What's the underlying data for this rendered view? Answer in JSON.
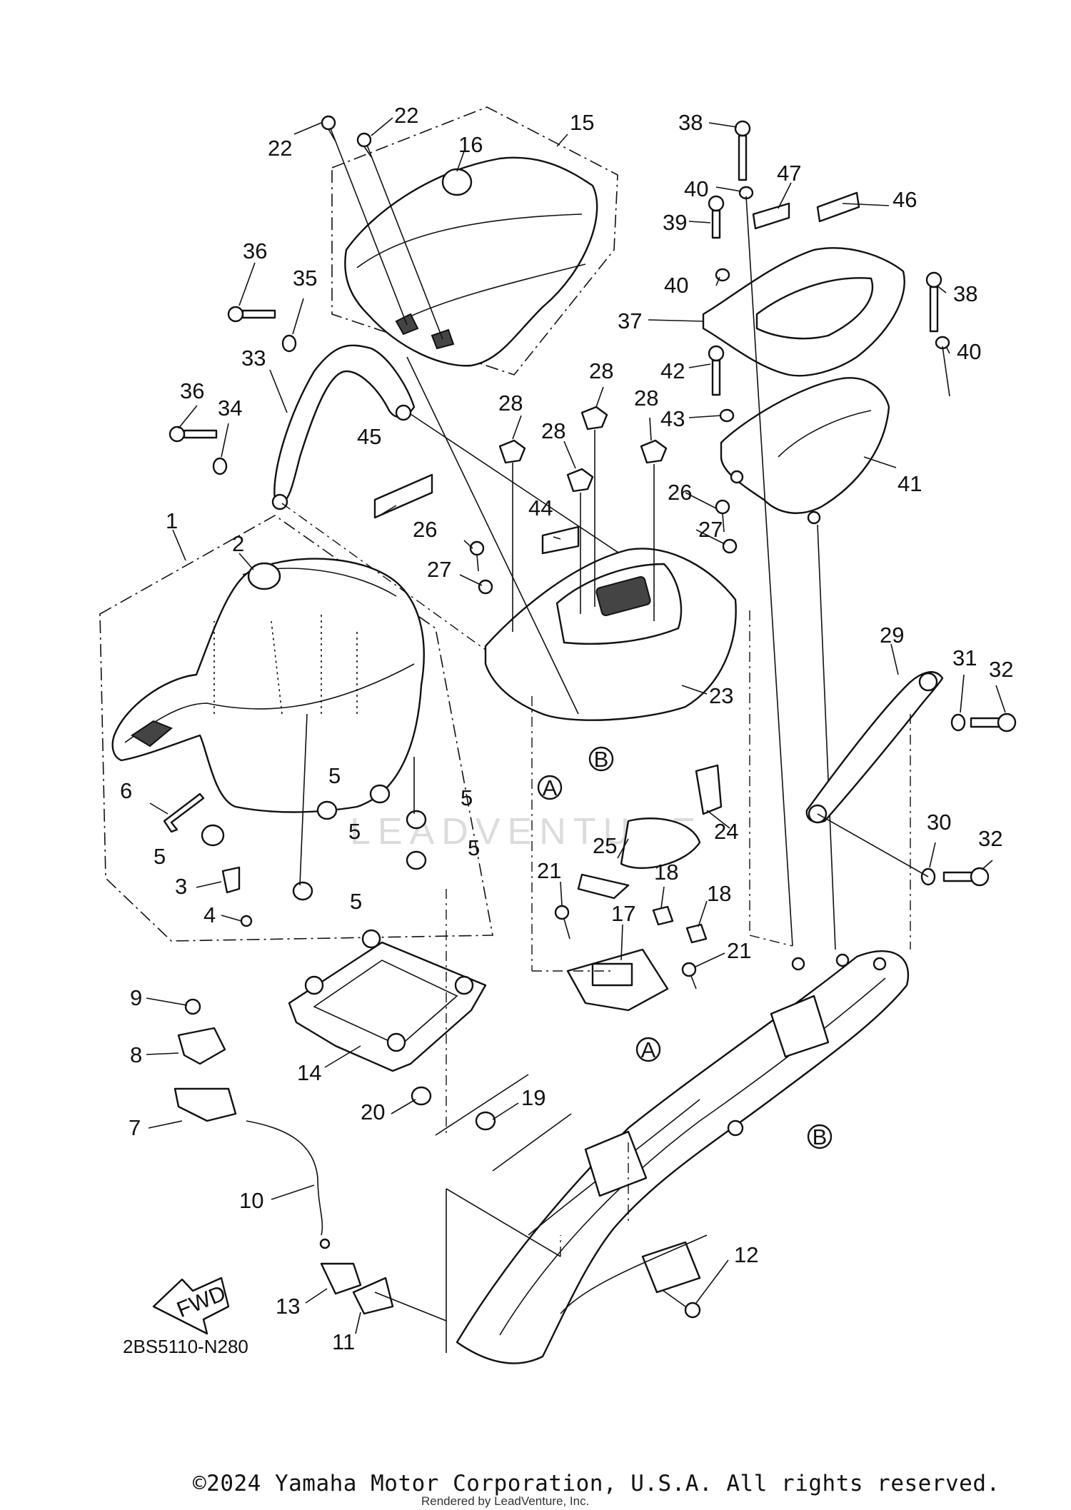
{
  "diagram": {
    "code": "2BS5110-N280",
    "fwd_label": "FWD",
    "reference_letters": {
      "a": "A",
      "b": "B"
    },
    "callouts": [
      "1",
      "2",
      "3",
      "4",
      "5",
      "6",
      "7",
      "8",
      "9",
      "10",
      "11",
      "12",
      "13",
      "14",
      "15",
      "16",
      "17",
      "18",
      "19",
      "20",
      "21",
      "22",
      "23",
      "24",
      "25",
      "26",
      "27",
      "28",
      "29",
      "30",
      "31",
      "32",
      "33",
      "34",
      "35",
      "36",
      "37",
      "38",
      "39",
      "40",
      "41",
      "42",
      "43",
      "44",
      "45",
      "46",
      "47"
    ]
  },
  "footer": {
    "copyright": "©2024 Yamaha Motor Corporation, U.S.A. All rights reserved.",
    "credit": "Rendered by LeadVenture, Inc."
  },
  "watermark": {
    "text": "LEADVENTURE"
  }
}
